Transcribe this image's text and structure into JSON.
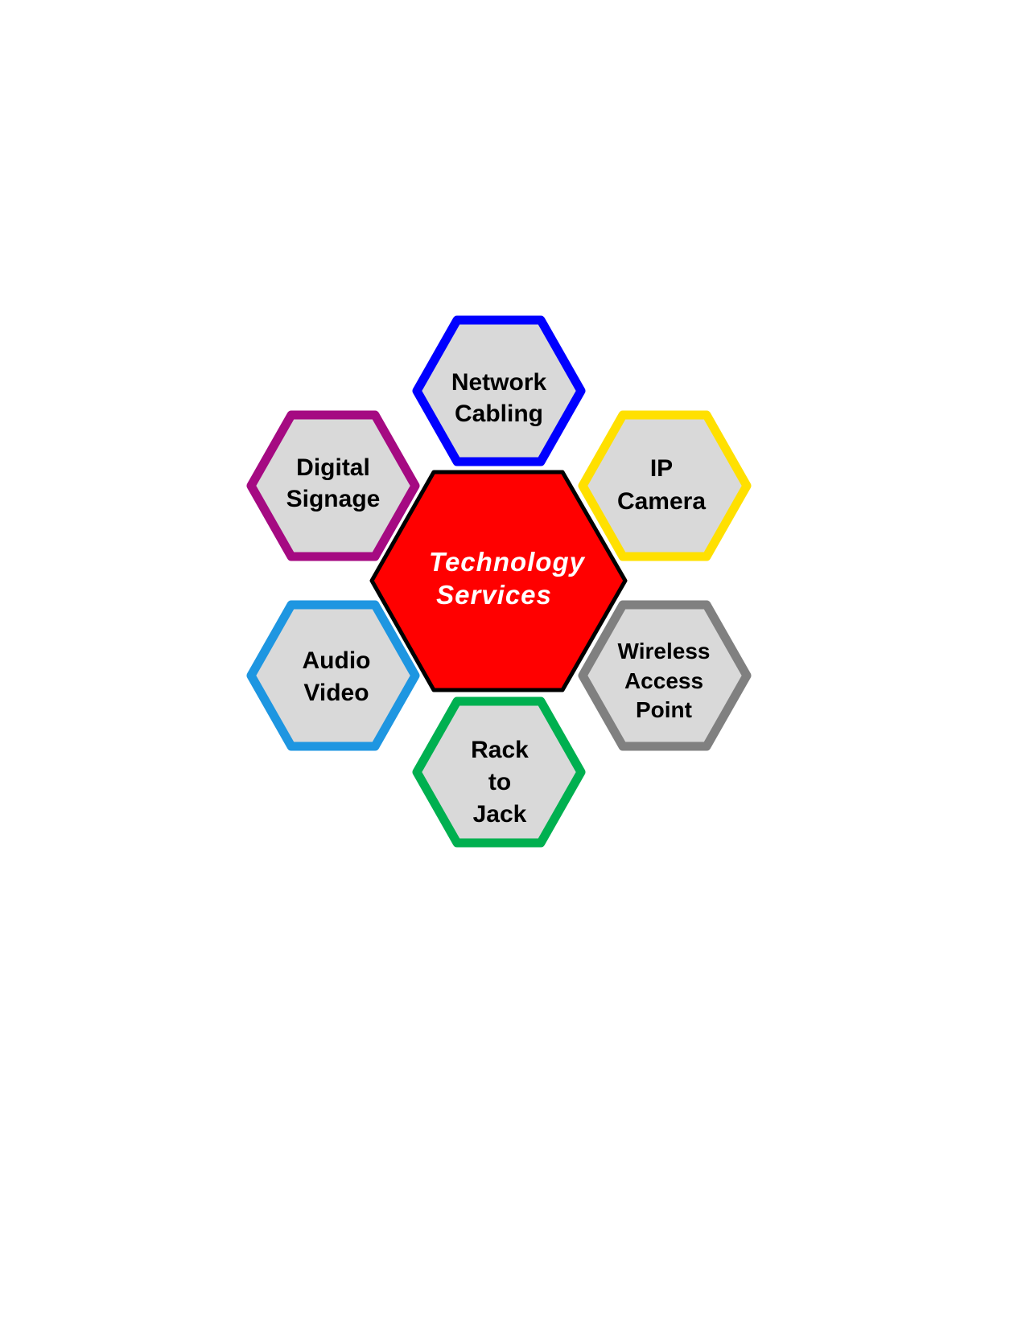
{
  "diagram": {
    "center": {
      "lines": [
        "Technology",
        "Services"
      ],
      "fill": "#ff0000",
      "stroke": "#000000"
    },
    "nodes": [
      {
        "id": "network-cabling",
        "lines": [
          "Network",
          "Cabling"
        ],
        "stroke": "#0000ff",
        "fill": "#d9d9d9"
      },
      {
        "id": "digital-signage",
        "lines": [
          "Digital",
          "Signage"
        ],
        "stroke": "#a50a82",
        "fill": "#d9d9d9"
      },
      {
        "id": "ip-camera",
        "lines": [
          "IP",
          "Camera"
        ],
        "stroke": "#ffe000",
        "fill": "#d9d9d9"
      },
      {
        "id": "audio-video",
        "lines": [
          "Audio",
          "Video"
        ],
        "stroke": "#1e96e1",
        "fill": "#d9d9d9"
      },
      {
        "id": "wireless-access-point",
        "lines": [
          "Wireless",
          "Access",
          "Point"
        ],
        "stroke": "#808080",
        "fill": "#d9d9d9"
      },
      {
        "id": "rack-to-jack",
        "lines": [
          "Rack",
          "to",
          "Jack"
        ],
        "stroke": "#00b050",
        "fill": "#d9d9d9"
      }
    ]
  }
}
